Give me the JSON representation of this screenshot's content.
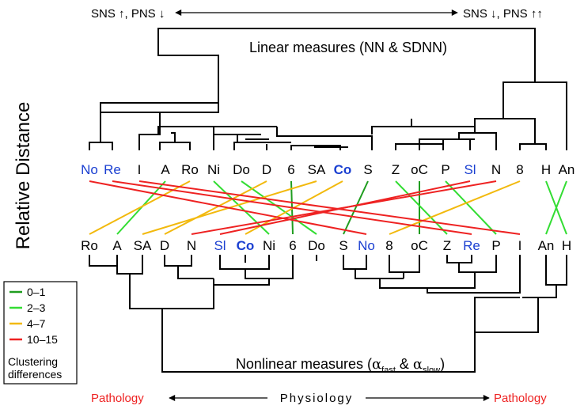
{
  "top_arrow": {
    "left": "SNS ↑, PNS ↓",
    "right": "SNS ↓, PNS ↑↑"
  },
  "bottom_arrow": {
    "left": "Pathology",
    "center": "Physiology",
    "right": "Pathology"
  },
  "y_axis_label": "Relative Distance",
  "top_title": "Linear measures (NN & SDNN)",
  "bottom_title": {
    "main": "Nonlinear measures (",
    "alpha": "α",
    "fast": "fast",
    "amp": " & ",
    "slow": "slow",
    "close": ")"
  },
  "top_leaves": [
    {
      "label": "No",
      "color": "#1a3fd1",
      "bold": false
    },
    {
      "label": "Re",
      "color": "#1a3fd1",
      "bold": false
    },
    {
      "label": "I",
      "color": "#000000",
      "bold": false
    },
    {
      "label": "A",
      "color": "#000000",
      "bold": false
    },
    {
      "label": "Ro",
      "color": "#000000",
      "bold": false
    },
    {
      "label": "Ni",
      "color": "#000000",
      "bold": false
    },
    {
      "label": "Do",
      "color": "#000000",
      "bold": false
    },
    {
      "label": "D",
      "color": "#000000",
      "bold": false
    },
    {
      "label": "6",
      "color": "#000000",
      "bold": false
    },
    {
      "label": "SA",
      "color": "#000000",
      "bold": false
    },
    {
      "label": "Co",
      "color": "#1a3fd1",
      "bold": true
    },
    {
      "label": "S",
      "color": "#000000",
      "bold": false
    },
    {
      "label": "Z",
      "color": "#000000",
      "bold": false
    },
    {
      "label": "oC",
      "color": "#000000",
      "bold": false
    },
    {
      "label": "P",
      "color": "#000000",
      "bold": false
    },
    {
      "label": "Sl",
      "color": "#1a3fd1",
      "bold": false
    },
    {
      "label": "N",
      "color": "#000000",
      "bold": false
    },
    {
      "label": "8",
      "color": "#000000",
      "bold": false
    },
    {
      "label": "H",
      "color": "#000000",
      "bold": false
    },
    {
      "label": "An",
      "color": "#000000",
      "bold": false
    }
  ],
  "bottom_leaves": [
    {
      "label": "Ro",
      "color": "#000000",
      "bold": false
    },
    {
      "label": "A",
      "color": "#000000",
      "bold": false
    },
    {
      "label": "SA",
      "color": "#000000",
      "bold": false
    },
    {
      "label": "D",
      "color": "#000000",
      "bold": false
    },
    {
      "label": "N",
      "color": "#000000",
      "bold": false
    },
    {
      "label": "Sl",
      "color": "#1a3fd1",
      "bold": false
    },
    {
      "label": "Co",
      "color": "#1a3fd1",
      "bold": true
    },
    {
      "label": "Ni",
      "color": "#000000",
      "bold": false
    },
    {
      "label": "6",
      "color": "#000000",
      "bold": false
    },
    {
      "label": "Do",
      "color": "#000000",
      "bold": false
    },
    {
      "label": "S",
      "color": "#000000",
      "bold": false
    },
    {
      "label": "No",
      "color": "#1a3fd1",
      "bold": false
    },
    {
      "label": "8",
      "color": "#000000",
      "bold": false
    },
    {
      "label": "oC",
      "color": "#000000",
      "bold": false
    },
    {
      "label": "Z",
      "color": "#000000",
      "bold": false
    },
    {
      "label": "Re",
      "color": "#1a3fd1",
      "bold": false
    },
    {
      "label": "P",
      "color": "#000000",
      "bold": false
    },
    {
      "label": "I",
      "color": "#000000",
      "bold": false
    },
    {
      "label": "An",
      "color": "#000000",
      "bold": false
    },
    {
      "label": "H",
      "color": "#000000",
      "bold": false
    }
  ],
  "legend": {
    "items": [
      {
        "label": "0–1",
        "color": "#1f9d1f"
      },
      {
        "label": "2–3",
        "color": "#33dd33"
      },
      {
        "label": "4–7",
        "color": "#f2b90d"
      },
      {
        "label": "10–15",
        "color": "#ee2222"
      }
    ],
    "caption_line1": "Clustering",
    "caption_line2": "differences"
  },
  "connections": [
    {
      "from": "6",
      "to": "6",
      "group": 0
    },
    {
      "from": "S",
      "to": "S",
      "group": 0
    },
    {
      "from": "oC",
      "to": "oC",
      "group": 0
    },
    {
      "from": "A",
      "to": "A",
      "group": 1
    },
    {
      "from": "Ni",
      "to": "Ni",
      "group": 1
    },
    {
      "from": "Do",
      "to": "Do",
      "group": 1
    },
    {
      "from": "Z",
      "to": "Z",
      "group": 1
    },
    {
      "from": "P",
      "to": "P",
      "group": 1
    },
    {
      "from": "H",
      "to": "H",
      "group": 1
    },
    {
      "from": "An",
      "to": "An",
      "group": 1
    },
    {
      "from": "Ro",
      "to": "Ro",
      "group": 2
    },
    {
      "from": "D",
      "to": "D",
      "group": 2
    },
    {
      "from": "SA",
      "to": "SA",
      "group": 2
    },
    {
      "from": "8",
      "to": "8",
      "group": 2
    },
    {
      "from": "Co",
      "to": "Co",
      "group": 2
    },
    {
      "from": "No",
      "to": "No",
      "group": 3
    },
    {
      "from": "Re",
      "to": "Re",
      "group": 3
    },
    {
      "from": "I",
      "to": "I",
      "group": 3
    },
    {
      "from": "N",
      "to": "N",
      "group": 3
    },
    {
      "from": "Sl",
      "to": "Sl",
      "group": 3
    }
  ]
}
